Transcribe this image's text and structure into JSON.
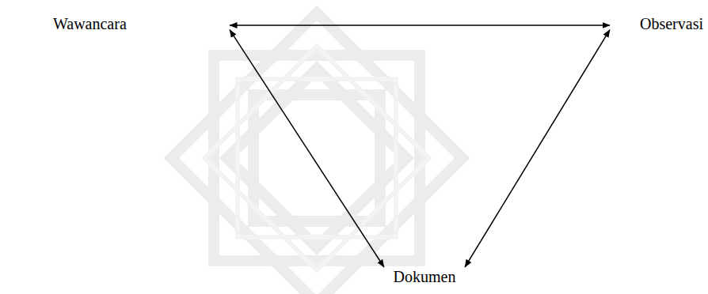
{
  "diagram": {
    "nodes": [
      {
        "text": [
          "Wawancara"
        ]
      },
      {
        "text": [
          "Observasi"
        ]
      },
      {
        "text": [
          "Dokumen"
        ]
      }
    ],
    "edges": [
      {
        "from": 0,
        "to": 1,
        "arrow": "both"
      },
      {
        "from": 0,
        "to": 2,
        "arrow": "both"
      },
      {
        "from": 1,
        "to": 2,
        "arrow": "both"
      }
    ]
  }
}
